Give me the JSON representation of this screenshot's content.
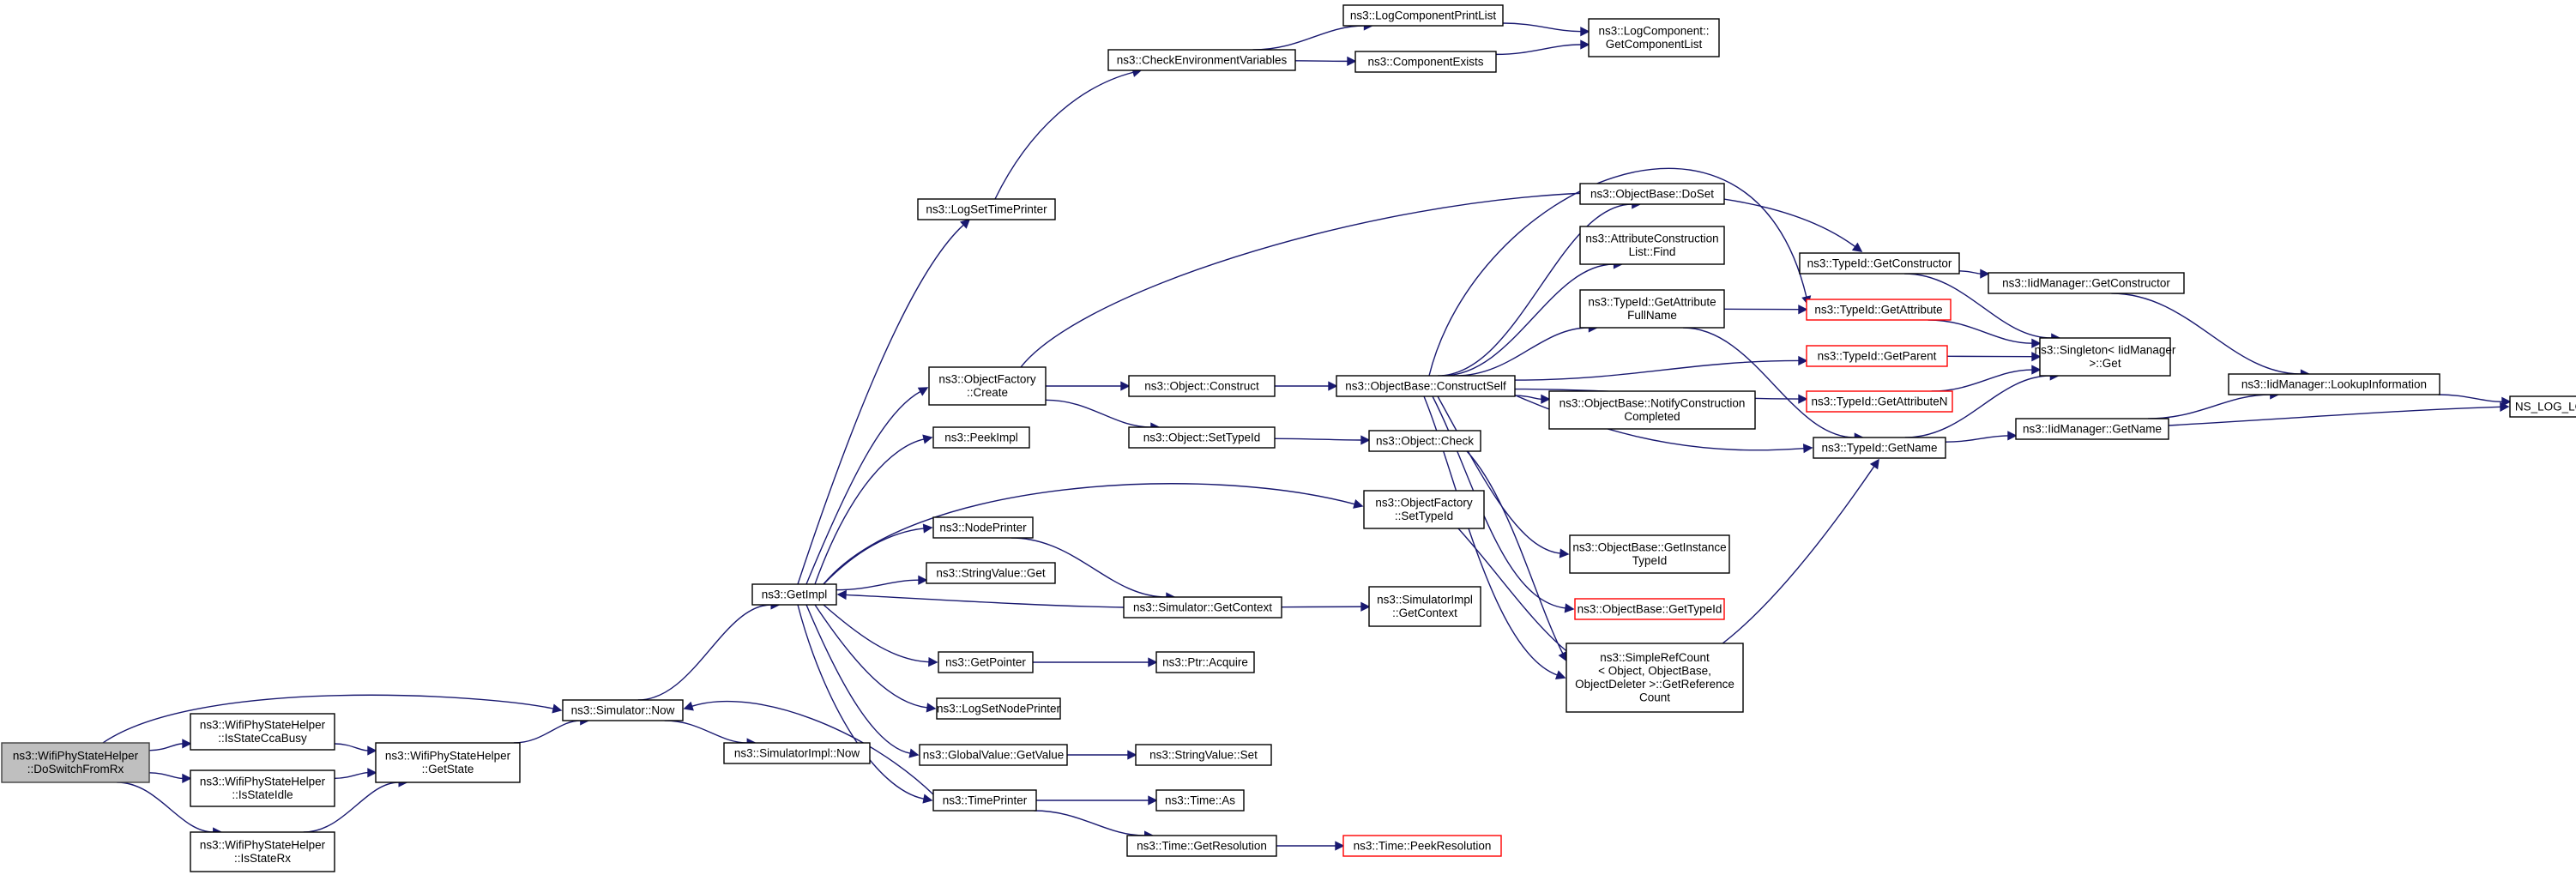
{
  "colors": {
    "edge": "#191970",
    "node_border": "#000000",
    "node_border_link_missing": "#ff0000",
    "current_node_fill": "#bfbfbf",
    "background": "#ffffff"
  },
  "nodes": [
    {
      "id": "n_doswitch",
      "lines": [
        "ns3::WifiPhyStateHelper",
        "::DoSwitchFromRx"
      ],
      "style": "current"
    },
    {
      "id": "n_iscca",
      "lines": [
        "ns3::WifiPhyStateHelper",
        "::IsStateCcaBusy"
      ],
      "style": "normal"
    },
    {
      "id": "n_isidle",
      "lines": [
        "ns3::WifiPhyStateHelper",
        "::IsStateIdle"
      ],
      "style": "normal"
    },
    {
      "id": "n_isrx",
      "lines": [
        "ns3::WifiPhyStateHelper",
        "::IsStateRx"
      ],
      "style": "normal"
    },
    {
      "id": "n_getstate",
      "lines": [
        "ns3::WifiPhyStateHelper",
        "::GetState"
      ],
      "style": "normal"
    },
    {
      "id": "n_simnow",
      "lines": [
        "ns3::Simulator::Now"
      ],
      "style": "normal"
    },
    {
      "id": "n_simimplnow",
      "lines": [
        "ns3::SimulatorImpl::Now"
      ],
      "style": "normal"
    },
    {
      "id": "n_getimpl",
      "lines": [
        "ns3::GetImpl"
      ],
      "style": "normal"
    },
    {
      "id": "n_logsettime",
      "lines": [
        "ns3::LogSetTimePrinter"
      ],
      "style": "normal"
    },
    {
      "id": "n_checkenv",
      "lines": [
        "ns3::CheckEnvironmentVariables"
      ],
      "style": "normal"
    },
    {
      "id": "n_logcompprint",
      "lines": [
        "ns3::LogComponentPrintList"
      ],
      "style": "normal"
    },
    {
      "id": "n_compexists",
      "lines": [
        "ns3::ComponentExists"
      ],
      "style": "normal"
    },
    {
      "id": "n_getcomplist",
      "lines": [
        "ns3::LogComponent::",
        "GetComponentList"
      ],
      "style": "normal"
    },
    {
      "id": "n_objfactcreate",
      "lines": [
        "ns3::ObjectFactory",
        "::Create"
      ],
      "style": "normal"
    },
    {
      "id": "n_peekimpl",
      "lines": [
        "ns3::PeekImpl"
      ],
      "style": "normal"
    },
    {
      "id": "n_nodeprinter",
      "lines": [
        "ns3::NodePrinter"
      ],
      "style": "normal"
    },
    {
      "id": "n_strvalget",
      "lines": [
        "ns3::StringValue::Get"
      ],
      "style": "normal"
    },
    {
      "id": "n_getpointer",
      "lines": [
        "ns3::GetPointer"
      ],
      "style": "normal"
    },
    {
      "id": "n_logsetnode",
      "lines": [
        "ns3::LogSetNodePrinter"
      ],
      "style": "normal"
    },
    {
      "id": "n_globalget",
      "lines": [
        "ns3::GlobalValue::GetValue"
      ],
      "style": "normal"
    },
    {
      "id": "n_timeprinter",
      "lines": [
        "ns3::TimePrinter"
      ],
      "style": "normal"
    },
    {
      "id": "n_objconstruct",
      "lines": [
        "ns3::Object::Construct"
      ],
      "style": "normal"
    },
    {
      "id": "n_objsettypeid",
      "lines": [
        "ns3::Object::SetTypeId"
      ],
      "style": "normal"
    },
    {
      "id": "n_simgetctx",
      "lines": [
        "ns3::Simulator::GetContext"
      ],
      "style": "normal"
    },
    {
      "id": "n_ptracquire",
      "lines": [
        "ns3::Ptr::Acquire"
      ],
      "style": "normal"
    },
    {
      "id": "n_strvalset",
      "lines": [
        "ns3::StringValue::Set"
      ],
      "style": "normal"
    },
    {
      "id": "n_timeas",
      "lines": [
        "ns3::Time::As"
      ],
      "style": "normal"
    },
    {
      "id": "n_timegetres",
      "lines": [
        "ns3::Time::GetResolution"
      ],
      "style": "normal"
    },
    {
      "id": "n_objbaseconstruct",
      "lines": [
        "ns3::ObjectBase::ConstructSelf"
      ],
      "style": "normal"
    },
    {
      "id": "n_objcheck",
      "lines": [
        "ns3::Object::Check"
      ],
      "style": "normal"
    },
    {
      "id": "n_objfactsettypeid",
      "lines": [
        "ns3::ObjectFactory",
        "::SetTypeId"
      ],
      "style": "normal"
    },
    {
      "id": "n_simimplgetctx",
      "lines": [
        "ns3::SimulatorImpl",
        "::GetContext"
      ],
      "style": "normal"
    },
    {
      "id": "n_timepeekres",
      "lines": [
        "ns3::Time::PeekResolution"
      ],
      "style": "red"
    },
    {
      "id": "n_objbasedoset",
      "lines": [
        "ns3::ObjectBase::DoSet"
      ],
      "style": "normal"
    },
    {
      "id": "n_attrconstrfind",
      "lines": [
        "ns3::AttributeConstruction",
        "List::Find"
      ],
      "style": "normal"
    },
    {
      "id": "n_typeidgetattrfull",
      "lines": [
        "ns3::TypeId::GetAttribute",
        "FullName"
      ],
      "style": "normal"
    },
    {
      "id": "n_objbasenotify",
      "lines": [
        "ns3::ObjectBase::NotifyConstruction",
        "Completed"
      ],
      "style": "normal"
    },
    {
      "id": "n_objbasegetinst",
      "lines": [
        "ns3::ObjectBase::GetInstance",
        "TypeId"
      ],
      "style": "normal"
    },
    {
      "id": "n_objbasegettypeid",
      "lines": [
        "ns3::ObjectBase::GetTypeId"
      ],
      "style": "red"
    },
    {
      "id": "n_simplerefcount",
      "lines": [
        "ns3::SimpleRefCount",
        "< Object, ObjectBase,",
        "ObjectDeleter >::GetReference",
        "Count"
      ],
      "style": "normal"
    },
    {
      "id": "n_typeidgetctor",
      "lines": [
        "ns3::TypeId::GetConstructor"
      ],
      "style": "normal"
    },
    {
      "id": "n_typeidgetattr",
      "lines": [
        "ns3::TypeId::GetAttribute"
      ],
      "style": "red"
    },
    {
      "id": "n_typeidgetparent",
      "lines": [
        "ns3::TypeId::GetParent"
      ],
      "style": "red"
    },
    {
      "id": "n_typeidgetattrn",
      "lines": [
        "ns3::TypeId::GetAttributeN"
      ],
      "style": "red"
    },
    {
      "id": "n_typeidgetname",
      "lines": [
        "ns3::TypeId::GetName"
      ],
      "style": "normal"
    },
    {
      "id": "n_iidgetctor",
      "lines": [
        "ns3::IidManager::GetConstructor"
      ],
      "style": "normal"
    },
    {
      "id": "n_singletonget",
      "lines": [
        "ns3::Singleton< IidManager",
        " >::Get"
      ],
      "style": "normal"
    },
    {
      "id": "n_iidgetname",
      "lines": [
        "ns3::IidManager::GetName"
      ],
      "style": "normal"
    },
    {
      "id": "n_iidlookup",
      "lines": [
        "ns3::IidManager::LookupInformation"
      ],
      "style": "normal"
    },
    {
      "id": "n_nsloglogic",
      "lines": [
        "NS_LOG_LOGIC"
      ],
      "style": "normal"
    }
  ],
  "edges": [
    [
      "n_doswitch",
      "n_iscca"
    ],
    [
      "n_doswitch",
      "n_isidle"
    ],
    [
      "n_doswitch",
      "n_isrx"
    ],
    [
      "n_doswitch",
      "n_simnow"
    ],
    [
      "n_iscca",
      "n_getstate"
    ],
    [
      "n_isidle",
      "n_getstate"
    ],
    [
      "n_isrx",
      "n_getstate"
    ],
    [
      "n_getstate",
      "n_simnow"
    ],
    [
      "n_simnow",
      "n_getimpl"
    ],
    [
      "n_simnow",
      "n_simimplnow"
    ],
    [
      "n_getimpl",
      "n_logsettime"
    ],
    [
      "n_getimpl",
      "n_objfactcreate"
    ],
    [
      "n_getimpl",
      "n_peekimpl"
    ],
    [
      "n_getimpl",
      "n_nodeprinter"
    ],
    [
      "n_getimpl",
      "n_strvalget"
    ],
    [
      "n_getimpl",
      "n_getpointer"
    ],
    [
      "n_getimpl",
      "n_logsetnode"
    ],
    [
      "n_getimpl",
      "n_globalget"
    ],
    [
      "n_getimpl",
      "n_timeprinter"
    ],
    [
      "n_getimpl",
      "n_objfactsettypeid"
    ],
    [
      "n_logsettime",
      "n_checkenv"
    ],
    [
      "n_checkenv",
      "n_logcompprint"
    ],
    [
      "n_checkenv",
      "n_compexists"
    ],
    [
      "n_logcompprint",
      "n_getcomplist"
    ],
    [
      "n_compexists",
      "n_getcomplist"
    ],
    [
      "n_objfactcreate",
      "n_objconstruct"
    ],
    [
      "n_objfactcreate",
      "n_objsettypeid"
    ],
    [
      "n_objfactcreate",
      "n_typeidgetctor"
    ],
    [
      "n_objconstruct",
      "n_objbaseconstruct"
    ],
    [
      "n_objsettypeid",
      "n_objcheck"
    ],
    [
      "n_nodeprinter",
      "n_simgetctx"
    ],
    [
      "n_simgetctx",
      "n_getimpl"
    ],
    [
      "n_simgetctx",
      "n_simimplgetctx"
    ],
    [
      "n_getpointer",
      "n_ptracquire"
    ],
    [
      "n_globalget",
      "n_strvalset"
    ],
    [
      "n_timeprinter",
      "n_simnow"
    ],
    [
      "n_timeprinter",
      "n_timeas"
    ],
    [
      "n_timeprinter",
      "n_timegetres"
    ],
    [
      "n_timegetres",
      "n_timepeekres"
    ],
    [
      "n_objbaseconstruct",
      "n_objbasedoset"
    ],
    [
      "n_objbaseconstruct",
      "n_attrconstrfind"
    ],
    [
      "n_objbaseconstruct",
      "n_typeidgetattrfull"
    ],
    [
      "n_objbaseconstruct",
      "n_typeidgetattr"
    ],
    [
      "n_objbaseconstruct",
      "n_typeidgetparent"
    ],
    [
      "n_objbaseconstruct",
      "n_objbasenotify"
    ],
    [
      "n_objbaseconstruct",
      "n_typeidgetattrn"
    ],
    [
      "n_objbaseconstruct",
      "n_typeidgetname"
    ],
    [
      "n_objbaseconstruct",
      "n_objbasegetinst"
    ],
    [
      "n_objbaseconstruct",
      "n_objbasegettypeid"
    ],
    [
      "n_objbaseconstruct",
      "n_simplerefcount"
    ],
    [
      "n_objcheck",
      "n_simplerefcount"
    ],
    [
      "n_objfactsettypeid",
      "n_typeidgetname"
    ],
    [
      "n_typeidgetattrfull",
      "n_typeidgetattr"
    ],
    [
      "n_typeidgetattrfull",
      "n_typeidgetname"
    ],
    [
      "n_typeidgetctor",
      "n_iidgetctor"
    ],
    [
      "n_typeidgetctor",
      "n_singletonget"
    ],
    [
      "n_typeidgetattr",
      "n_singletonget"
    ],
    [
      "n_typeidgetparent",
      "n_singletonget"
    ],
    [
      "n_typeidgetattrn",
      "n_singletonget"
    ],
    [
      "n_typeidgetname",
      "n_singletonget"
    ],
    [
      "n_typeidgetname",
      "n_iidgetname"
    ],
    [
      "n_iidgetctor",
      "n_iidlookup"
    ],
    [
      "n_iidgetname",
      "n_iidlookup"
    ],
    [
      "n_iidgetname",
      "n_nsloglogic"
    ],
    [
      "n_iidlookup",
      "n_nsloglogic"
    ]
  ]
}
